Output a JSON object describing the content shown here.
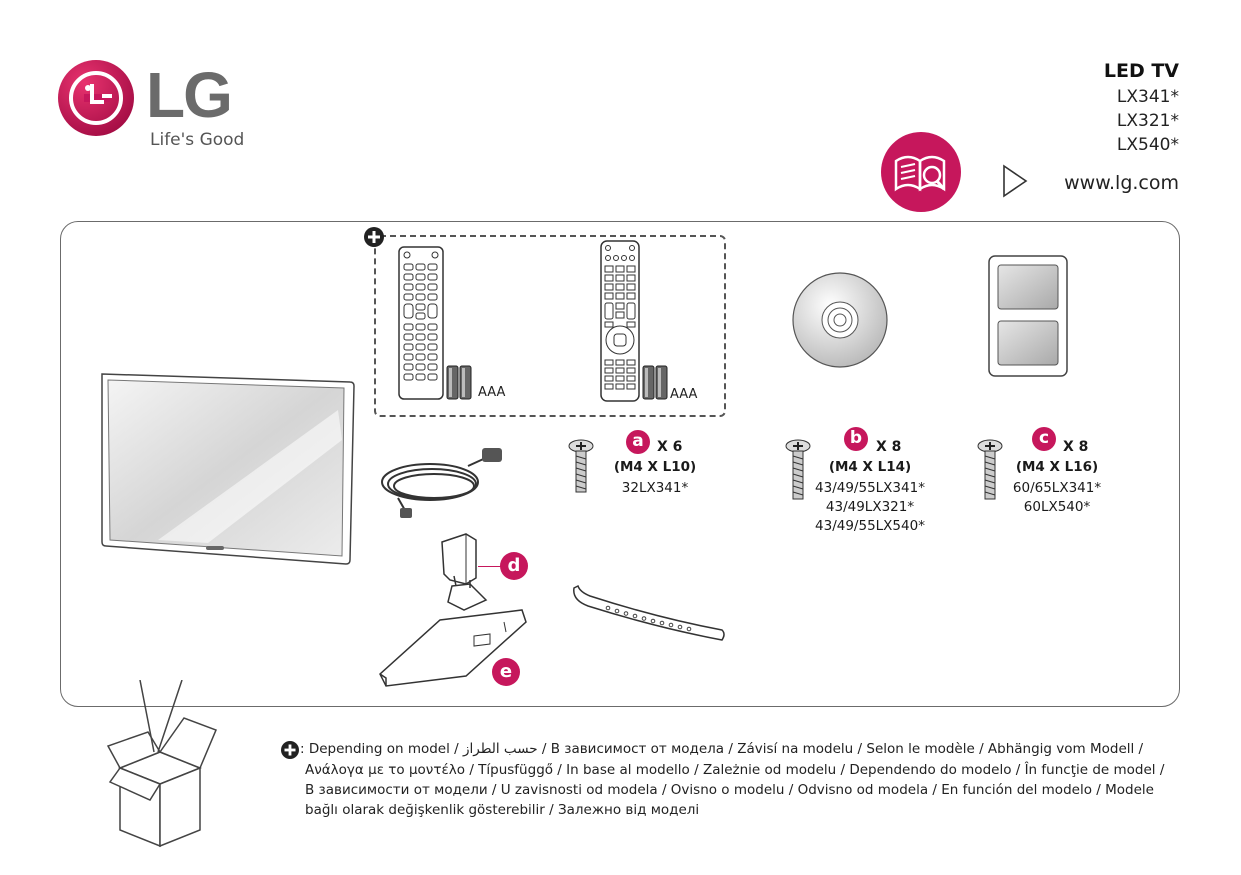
{
  "brand": {
    "name": "LG",
    "tagline": "Life's Good",
    "accent": "#c6175c",
    "logo_gray": "#6b6b6b"
  },
  "header": {
    "title": "LED TV",
    "models": [
      "LX341*",
      "LX321*",
      "LX540*"
    ],
    "website": "www.lg.com"
  },
  "accessories": {
    "battery_label_1": "AAA",
    "battery_label_2": "AAA",
    "screws": [
      {
        "letter": "a",
        "qty": "X 6",
        "spec": "(M4 X L10)",
        "fits": [
          "32LX341*"
        ]
      },
      {
        "letter": "b",
        "qty": "X 8",
        "spec": "(M4 X L14)",
        "fits": [
          "43/49/55LX341*",
          "43/49LX321*",
          "43/49/55LX540*"
        ]
      },
      {
        "letter": "c",
        "qty": "X 8",
        "spec": "(M4 X L16)",
        "fits": [
          "60/65LX341*",
          "60LX540*"
        ]
      }
    ],
    "stand_parts": [
      {
        "letter": "d"
      },
      {
        "letter": "e"
      }
    ]
  },
  "footnote": {
    "line1": ": Depending on model / حسب الطراز / В зависимост от модела / Závisí na modelu / Selon le modèle / Abhängig vom Modell /",
    "line2": "Ανάλογα με το μοντέλο / Típusfüggő /  In base al modello / Zależnie od modelu / Dependendo do modelo / În funcţie de model /",
    "line3": "В зависимости от модели / U zavisnosti od modela / Ovisno o modelu / Odvisno od modela / En función del modelo / Modele",
    "line4": "bağlı olarak değişkenlik gösterebilir / Залежно від моделі"
  }
}
